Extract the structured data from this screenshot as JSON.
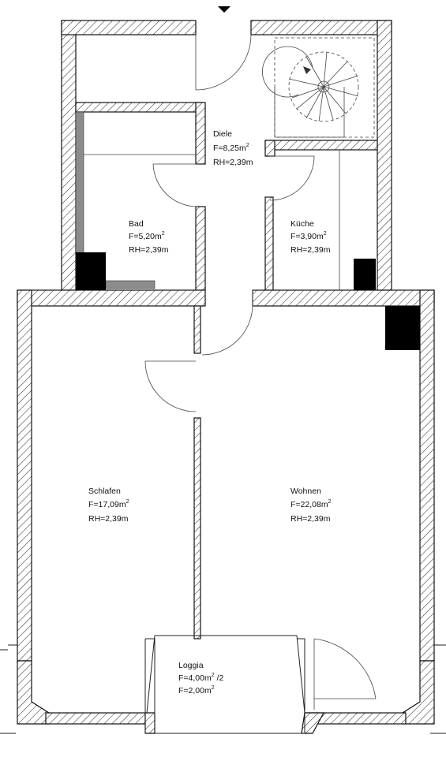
{
  "rooms": {
    "diele": {
      "name": "Diele",
      "area": "F=8,25m",
      "height": "RH=2,39m"
    },
    "bad": {
      "name": "Bad",
      "area": "F=5,20m",
      "height": "RH=2,39m"
    },
    "kueche": {
      "name": "Küche",
      "area": "F=3,90m",
      "height": "RH=2,39m"
    },
    "schlafen": {
      "name": "Schlafen",
      "area": "F=17,09m",
      "height": "RH=2,39m"
    },
    "wohnen": {
      "name": "Wohnen",
      "area": "F=22,08m",
      "height": "RH=2,39m"
    },
    "loggia": {
      "name": "Loggia",
      "area": "F=4,00m",
      "area_suffix": " /2",
      "area_half": "F=2,00m"
    }
  },
  "unit_exponent": "2",
  "colors": {
    "wall_line": "#111111",
    "hatch": "#333333",
    "fixture": "#000000",
    "furniture": "#8c8c8c"
  },
  "icons": {
    "entrance": "entrance-arrow-icon",
    "stairs": "spiral-stair-icon"
  }
}
